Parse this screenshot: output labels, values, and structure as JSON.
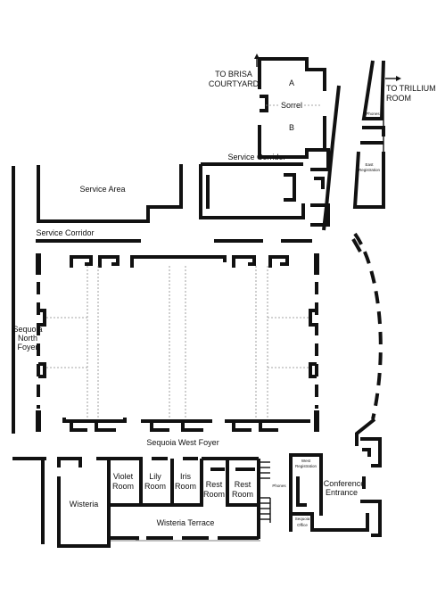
{
  "labels": {
    "to_brisa_1": "TO BRISA",
    "to_brisa_2": "COURTYARD",
    "to_trillium_1": "TO TRILLIUM",
    "to_trillium_2": "ROOM",
    "sorrel_a": "A",
    "sorrel": "Sorrel",
    "sorrel_b": "B",
    "phones_east": "Phones",
    "east_registration_1": "East",
    "east_registration_2": "Registration",
    "service_corridor_top": "Service Corridor",
    "service_area": "Service Area",
    "service_corridor_left": "Service Corridor",
    "sequoia_north_1": "Sequoia",
    "sequoia_north_2": "North",
    "sequoia_north_3": "Foyer",
    "sequoia_west_foyer": "Sequoia West Foyer",
    "wisteria": "Wisteria",
    "violet_1": "Violet",
    "violet_2": "Room",
    "lily_1": "Lily",
    "lily_2": "Room",
    "iris_1": "Iris",
    "iris_2": "Room",
    "rest1_1": "Rest",
    "rest1_2": "Room",
    "rest2_1": "Rest",
    "rest2_2": "Room",
    "phones_west": "Phones",
    "west_registration_1": "West",
    "west_registration_2": "Registration",
    "conference_1": "Conference",
    "conference_2": "Entrance",
    "sequoia_office_1": "Sequoia",
    "sequoia_office_2": "Office",
    "wisteria_terrace": "Wisteria Terrace"
  },
  "icons": {
    "arrow_up": "arrow-up-icon",
    "arrow_right": "arrow-right-icon"
  }
}
